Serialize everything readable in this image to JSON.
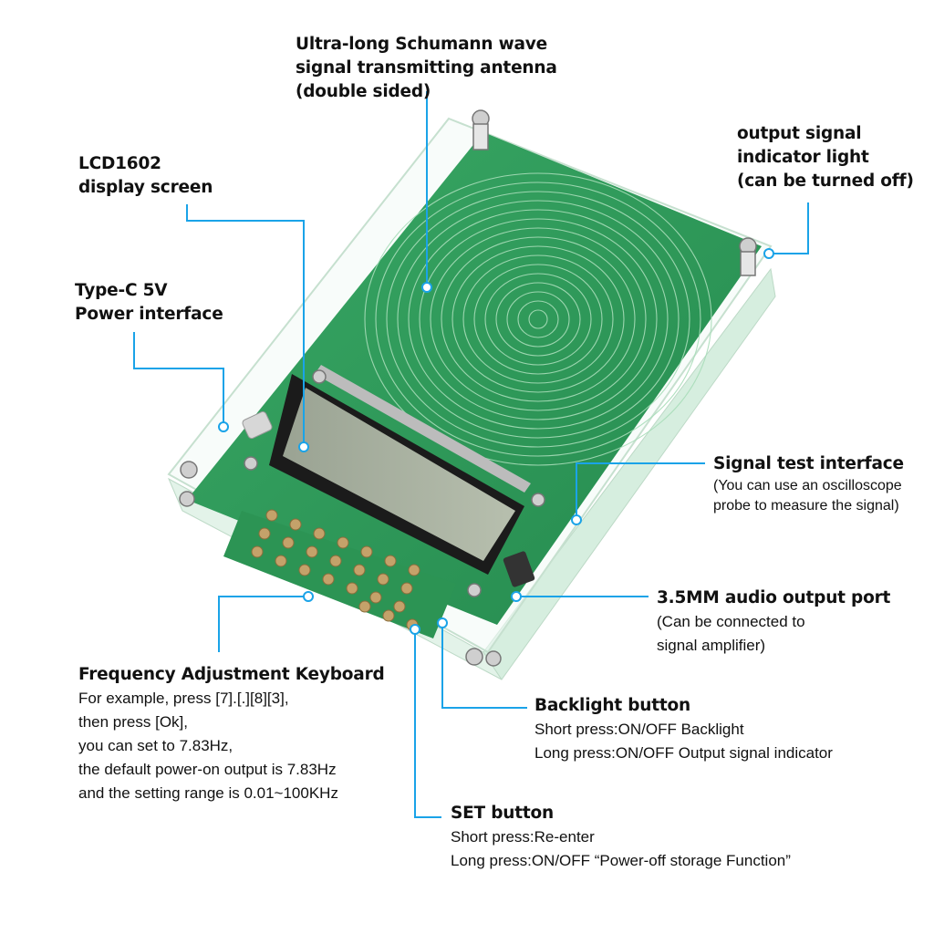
{
  "callouts": {
    "antenna": {
      "title": "Ultra-long Schumann wave\nsignal transmitting antenna\n(double sided)"
    },
    "indicator": {
      "title": "output signal\nindicator light\n(can be turned off)"
    },
    "lcd": {
      "title": "LCD1602\ndisplay screen"
    },
    "typec": {
      "title": "Type-C 5V\nPower interface"
    },
    "signal_test": {
      "title": "Signal test interface",
      "description": "(You can use an oscilloscope\nprobe to measure the signal)"
    },
    "audio": {
      "title": "3.5MM audio output port",
      "description": "(Can be connected to\nsignal amplifier)"
    },
    "keyboard": {
      "title": "Frequency Adjustment Keyboard",
      "description": "For example, press [7].[.][8][3],\nthen press [Ok],\nyou can set to 7.83Hz,\nthe default power-on output is 7.83Hz\nand the setting range is 0.01~100KHz"
    },
    "backlight": {
      "title": "Backlight button",
      "description": "Short press:ON/OFF Backlight\nLong press:ON/OFF Output signal indicator"
    },
    "set": {
      "title": "SET button",
      "description": "Short press:Re-enter\nLong press:ON/OFF  “Power-off storage Function”"
    }
  },
  "colors": {
    "leader_line": "#1aa3e8",
    "pcb_green": "#2f9e5c",
    "acrylic_edge": "#cfe9d8",
    "lcd_frame": "#1b1b1b",
    "lcd_glass": "#a9b2a0"
  }
}
